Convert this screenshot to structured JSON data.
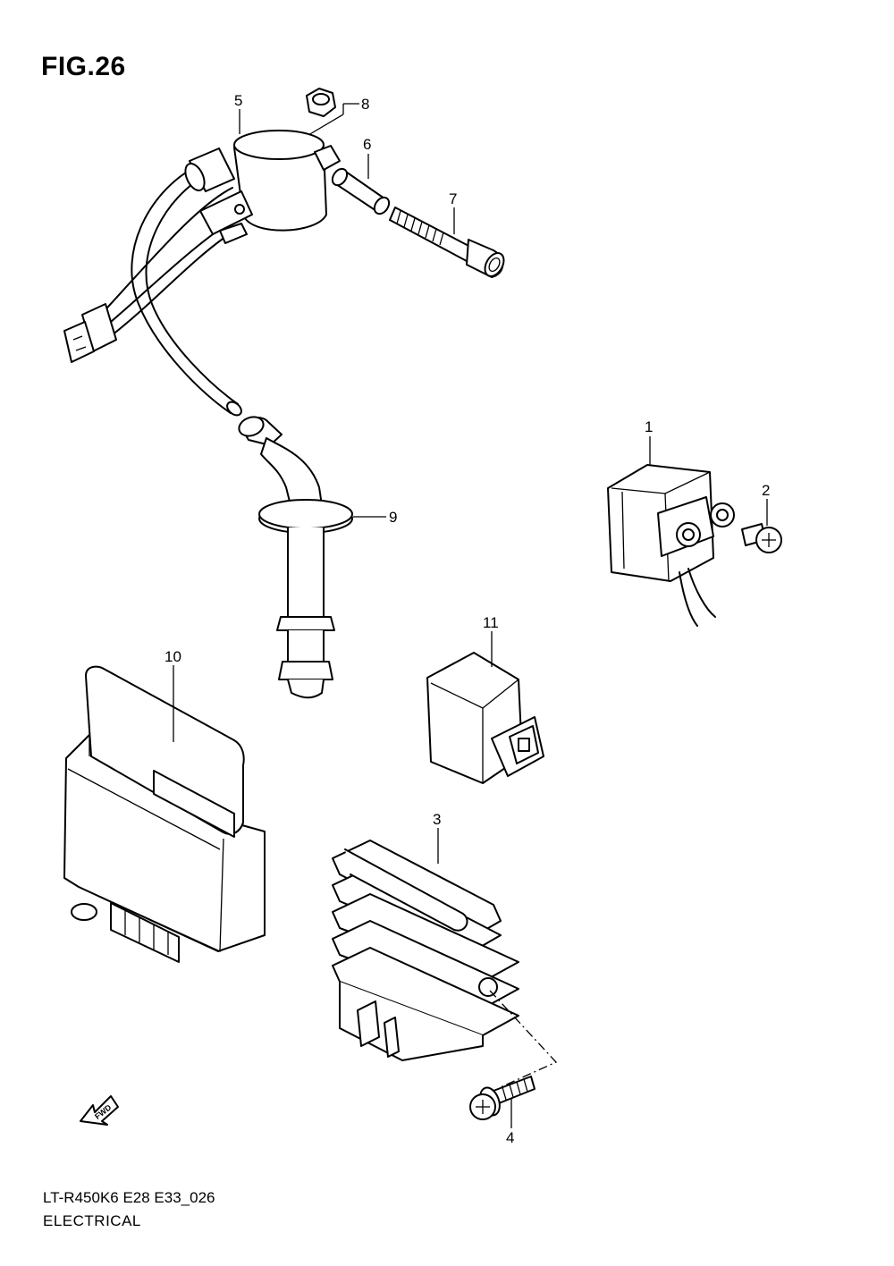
{
  "header": {
    "figure_title": "FIG.26"
  },
  "footer": {
    "model_code": "LT-R450K6 E28 E33_026",
    "section_name": "ELECTRICAL"
  },
  "fwd_label": "FWD",
  "callouts": {
    "c1": "1",
    "c2": "2",
    "c3": "3",
    "c4": "4",
    "c5": "5",
    "c6": "6",
    "c7": "7",
    "c8": "8",
    "c9": "9",
    "c10": "10",
    "c11": "11"
  }
}
